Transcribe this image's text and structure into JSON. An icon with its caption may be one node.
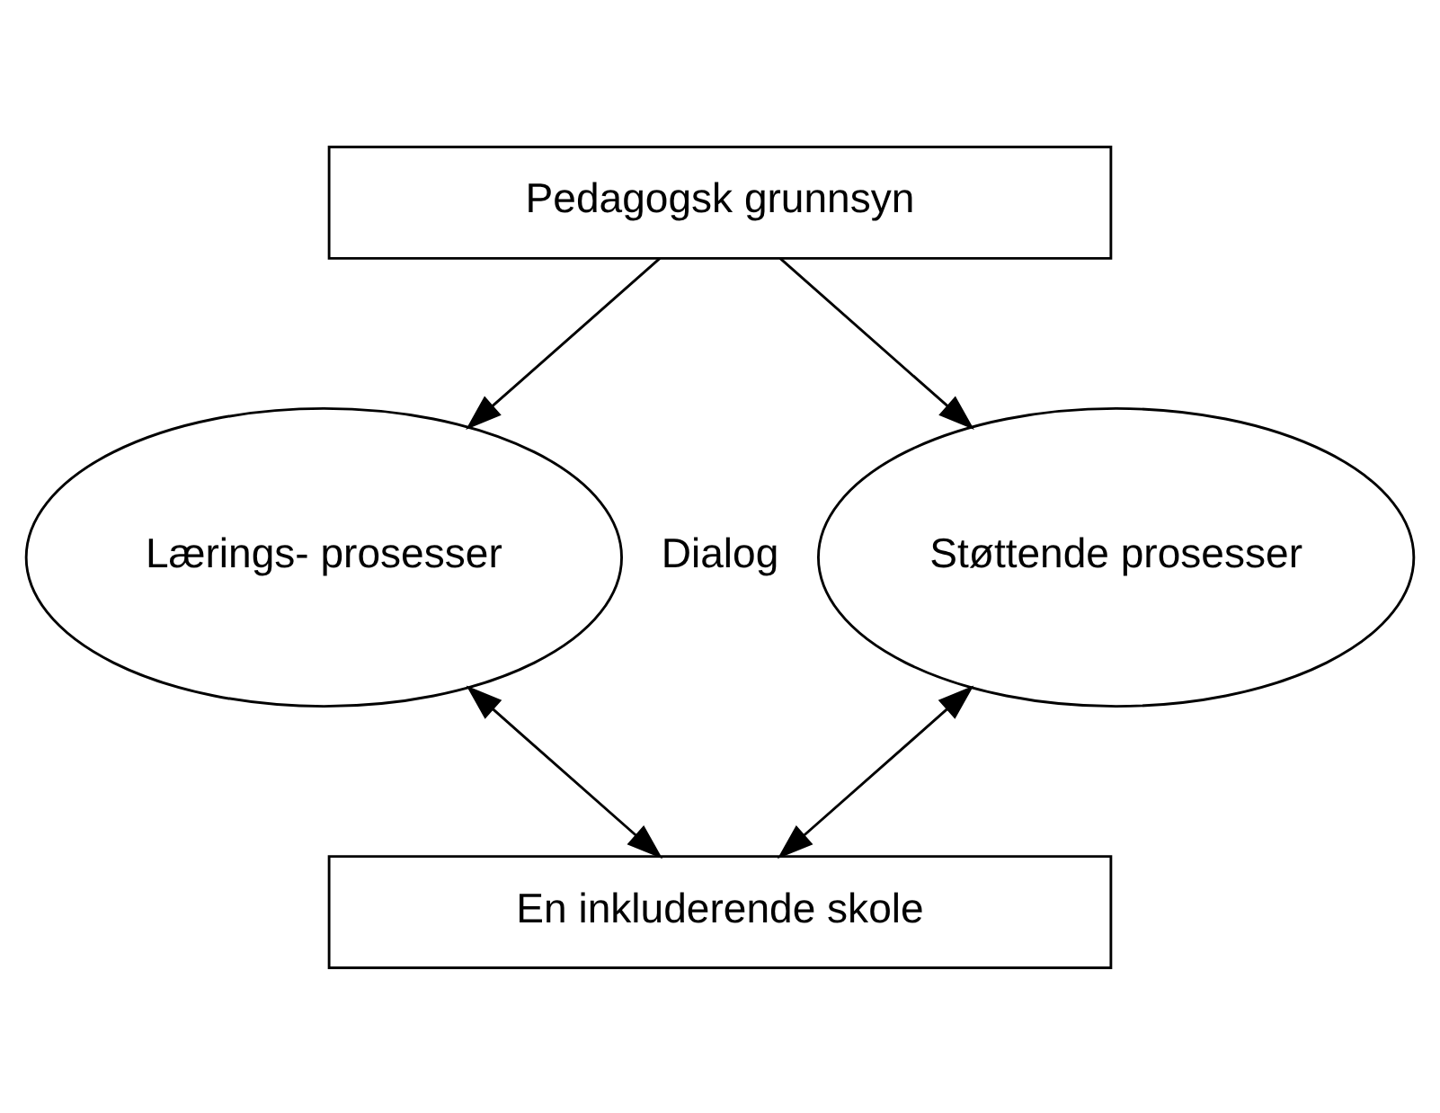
{
  "diagram": {
    "nodes": [
      {
        "text": [
          "Pedagogsk grunnsyn"
        ]
      },
      {
        "text": [
          "Lærings- prosesser"
        ]
      },
      {
        "text": [
          "Støttende prosesser"
        ]
      },
      {
        "text": [
          "En inkluderende skole"
        ]
      }
    ],
    "edges": [
      {
        "from": 0,
        "to": 1,
        "arrow": "to"
      },
      {
        "from": 0,
        "to": 2,
        "arrow": "to"
      },
      {
        "from": 1,
        "to": 3,
        "arrow": "both"
      },
      {
        "from": 2,
        "to": 3,
        "arrow": "both"
      }
    ],
    "labels": [
      "Dialog"
    ]
  }
}
